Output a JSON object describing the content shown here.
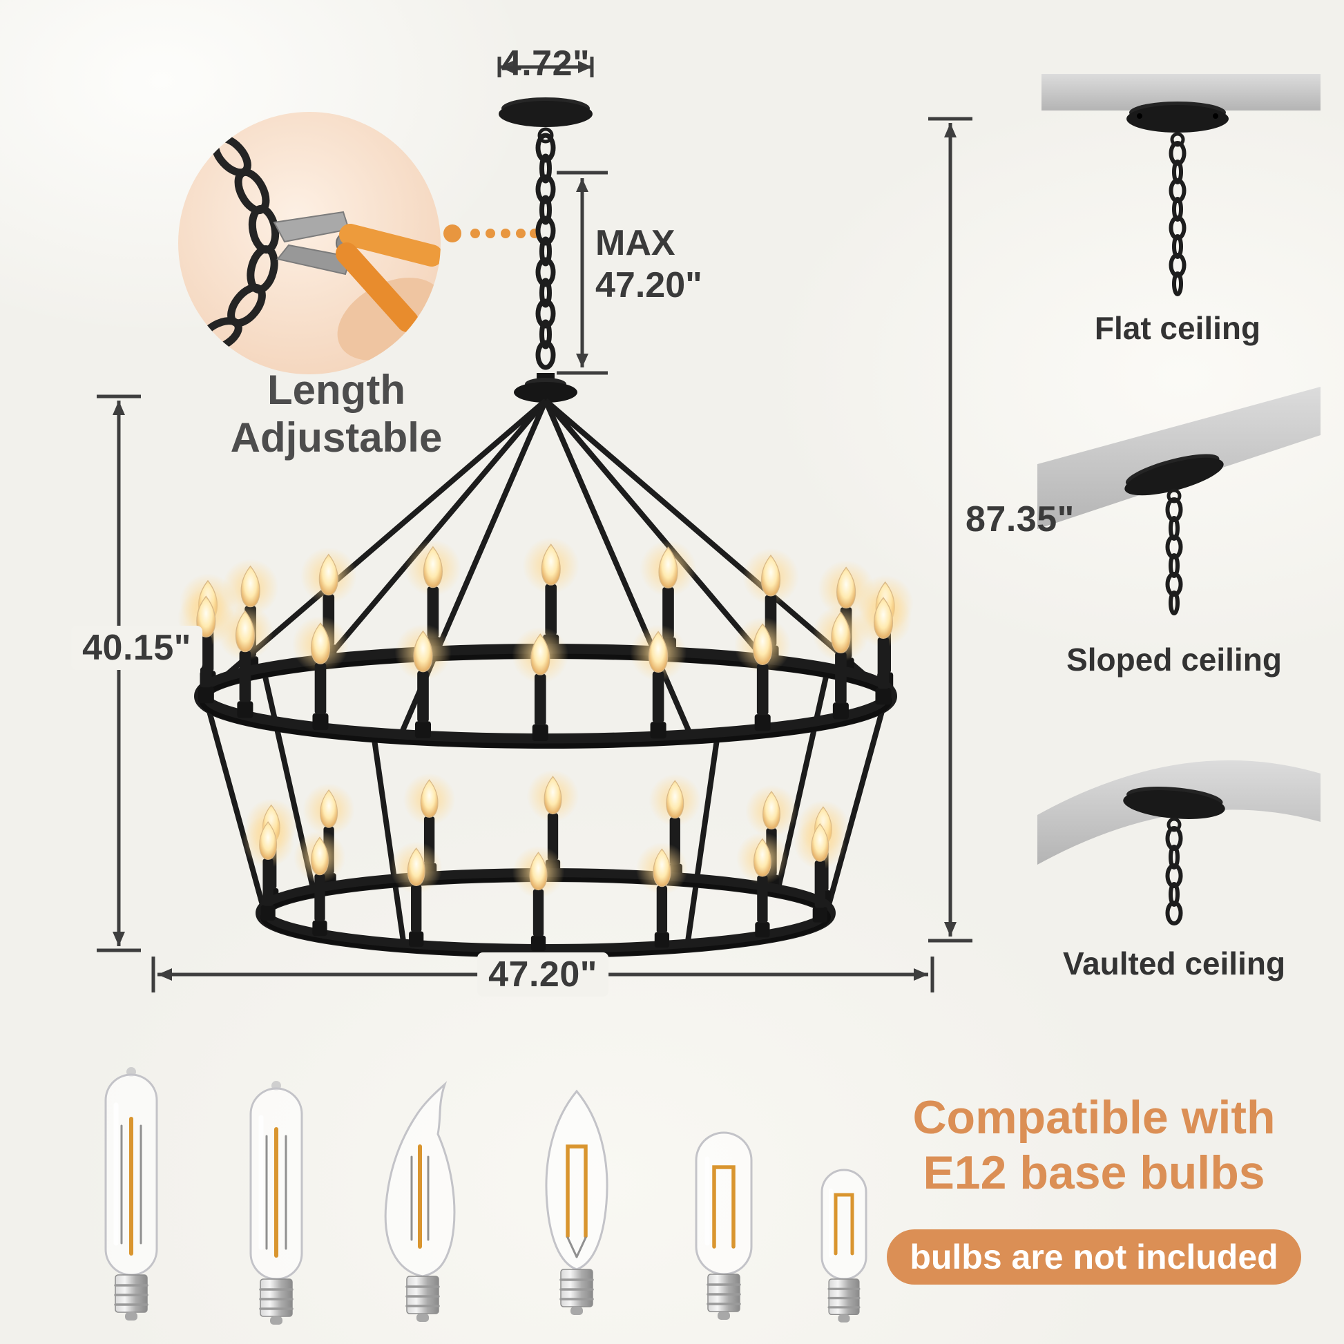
{
  "colors": {
    "accent": "#DB8F55",
    "badge_text": "#FFFFFF",
    "dim_text": "#3A3A3A"
  },
  "measurements": {
    "canopy_width": "4.72\"",
    "max_label": "MAX",
    "max_value": "47.20\"",
    "total_height": "87.35\"",
    "body_height": "40.15\"",
    "diameter": "47.20\""
  },
  "adjustable": {
    "line1": "Length",
    "line2": "Adjustable"
  },
  "ceiling_options": [
    {
      "label": "Flat ceiling"
    },
    {
      "label": "Sloped ceiling"
    },
    {
      "label": "Vaulted ceiling"
    }
  ],
  "compatibility": {
    "line1": "Compatible with",
    "line2": "E12 base bulbs",
    "badge": "bulbs are not included"
  },
  "icons": {
    "inset": "pliers-cutting-chain-icon",
    "bulbs": [
      "t6-tube-bulb",
      "t6-tube-bulb",
      "flame-tip-candle-bulb",
      "torpedo-candle-bulb",
      "t45-tube-bulb",
      "t22-tube-bulb"
    ]
  }
}
